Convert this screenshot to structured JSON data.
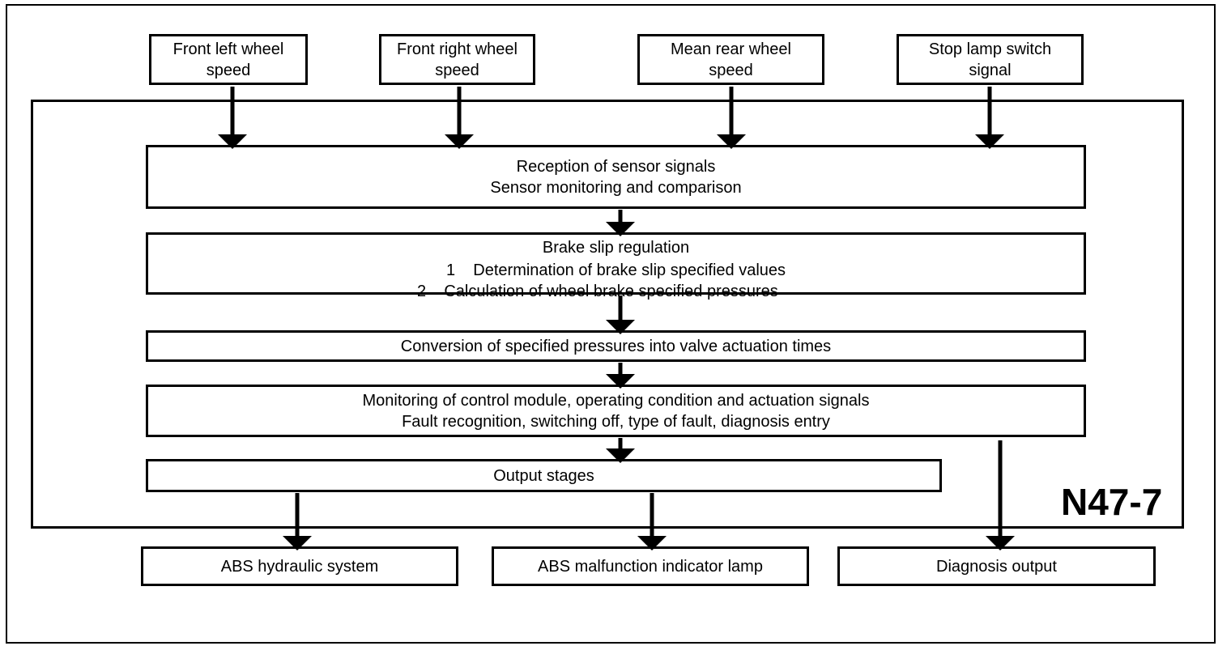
{
  "inputs": {
    "front_left": [
      "Front left wheel",
      "speed"
    ],
    "front_right": [
      "Front right wheel",
      "speed"
    ],
    "mean_rear": [
      "Mean rear wheel",
      "speed"
    ],
    "stop_lamp": [
      "Stop lamp switch",
      "signal"
    ]
  },
  "module_label": "N47-7",
  "reception": [
    "Reception of sensor signals",
    "Sensor monitoring and comparison"
  ],
  "slip": {
    "title": "Brake slip regulation",
    "item1": "1    Determination of brake slip specified values",
    "item2": "2    Calculation of wheel brake specified pressures"
  },
  "conversion": "Conversion of specified pressures into valve actuation times",
  "monitoring": [
    "Monitoring of control module, operating condition and actuation signals",
    "Fault recognition, switching off, type of fault, diagnosis entry"
  ],
  "output_stages": "Output stages",
  "outputs": {
    "hydraulic": "ABS hydraulic system",
    "lamp": "ABS malfunction indicator lamp",
    "diagnosis": "Diagnosis output"
  }
}
